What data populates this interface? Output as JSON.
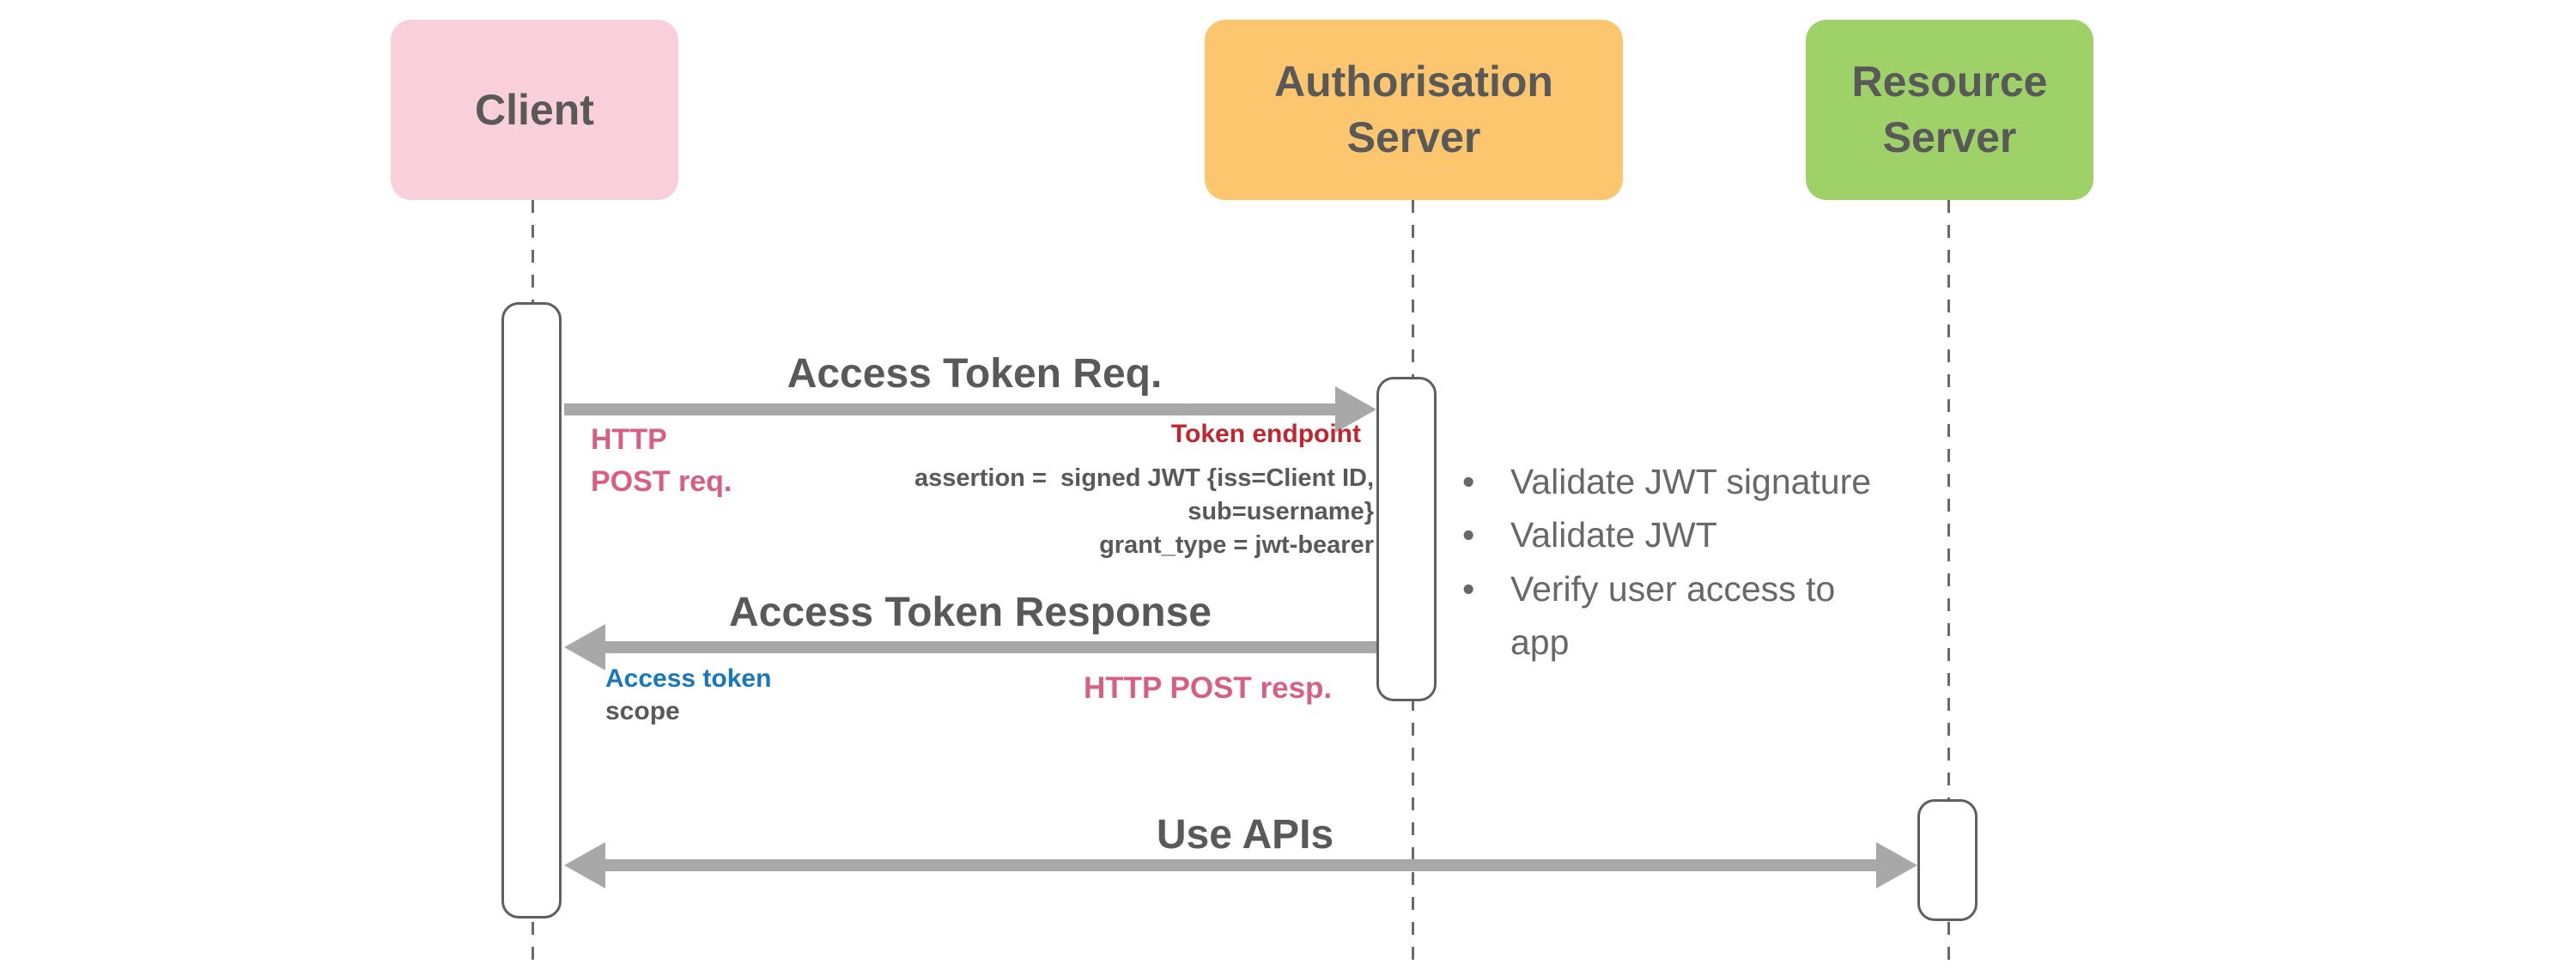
{
  "participants": [
    {
      "label": "Client"
    },
    {
      "label": "Authorisation Server"
    },
    {
      "label": "Resource Server"
    }
  ],
  "request": {
    "title": "Access Token Req.",
    "note_left": [
      "HTTP",
      "POST req."
    ],
    "endpoint": "Token endpoint",
    "params": [
      "assertion =  signed JWT {iss=Client ID,",
      "sub=username}",
      "grant_type = jwt-bearer"
    ]
  },
  "response": {
    "title": "Access Token Response",
    "note_token": "Access token",
    "note_scope": "scope",
    "note_right": "HTTP POST resp."
  },
  "use_apis": {
    "title": "Use APIs"
  },
  "auth_tasks": [
    "Validate JWT signature",
    "Validate JWT",
    "Verify user access to app"
  ],
  "colors": {
    "client_fill": "#f9cfdb",
    "auth_fill": "#fbc66d",
    "resource_fill": "#9fd169",
    "arrow_gray": "#a8a8a8",
    "line_gray": "#6a6a6a",
    "text_dark": "#595959",
    "list_text": "#686868",
    "pink_text": "#d85f84",
    "red_text": "#c1262f",
    "blue_text": "#1777bf"
  }
}
